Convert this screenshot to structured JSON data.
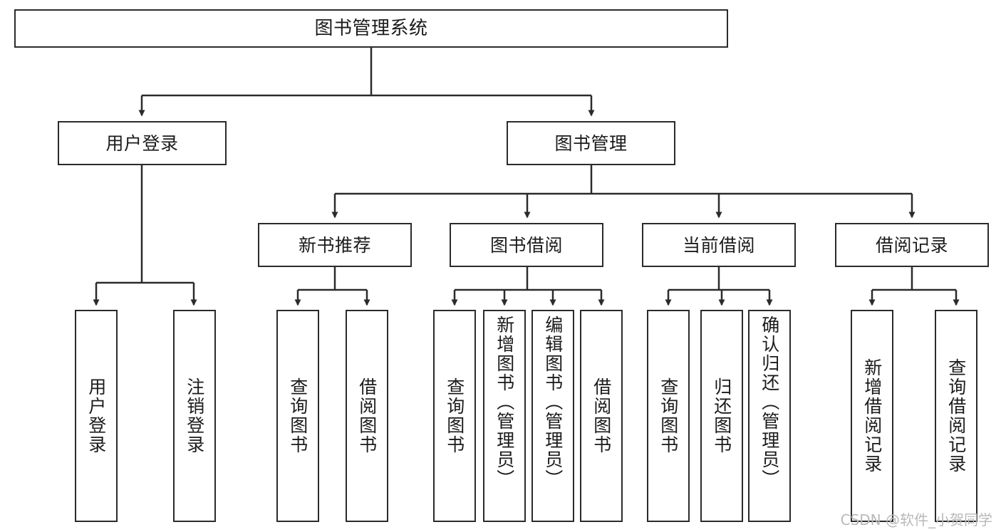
{
  "diagram": {
    "title": "图书管理系统",
    "watermark": "CSDN @软件_小贺同学",
    "line_color": "#2b2b2b",
    "box_fill": "#ffffff",
    "text_color": "#1b1b1b",
    "watermark_color": "#b9b9b9"
  },
  "nodes": {
    "root": {
      "label": "图书管理系统"
    },
    "level2": [
      {
        "label": "用户登录"
      },
      {
        "label": "图书管理"
      }
    ],
    "level3": [
      {
        "label": "新书推荐"
      },
      {
        "label": "图书借阅"
      },
      {
        "label": "当前借阅"
      },
      {
        "label": "借阅记录"
      }
    ],
    "leaves": {
      "user_login": [
        {
          "label": "用户登录"
        },
        {
          "label": "注销登录"
        }
      ],
      "new_book_recommend": [
        {
          "label": "查询图书"
        },
        {
          "label": "借阅图书"
        }
      ],
      "book_borrow": [
        {
          "label": "查询图书"
        },
        {
          "label": "新增图书（管理员）"
        },
        {
          "label": "编辑图书（管理员）"
        },
        {
          "label": "借阅图书"
        }
      ],
      "current_borrow": [
        {
          "label": "查询图书"
        },
        {
          "label": "归还图书"
        },
        {
          "label": "确认归还（管理员）"
        }
      ],
      "borrow_record": [
        {
          "label": "新增借阅记录"
        },
        {
          "label": "查询借阅记录"
        }
      ]
    }
  }
}
